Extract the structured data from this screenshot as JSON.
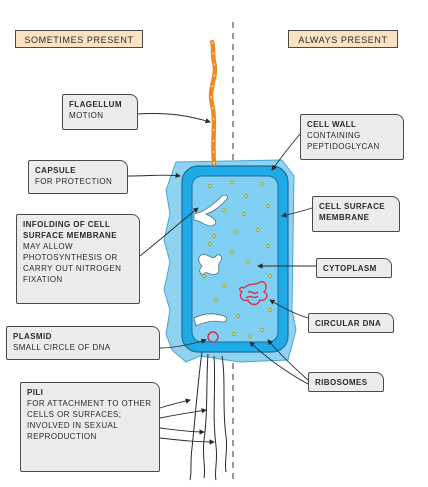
{
  "headers": {
    "left": "SOMETIMES PRESENT",
    "right": "ALWAYS PRESENT"
  },
  "labels": {
    "flagellum": {
      "title": "FLAGELLUM",
      "desc": "MOTION"
    },
    "capsule": {
      "title": "CAPSULE",
      "desc": "FOR PROTECTION"
    },
    "infolding": {
      "title": "INFOLDING OF CELL SURFACE MEMBRANE",
      "desc": "MAY ALLOW PHOTOSYNTHESIS OR CARRY OUT NITROGEN FIXATION"
    },
    "plasmid": {
      "title": "PLASMID",
      "desc": "SMALL CIRCLE OF DNA"
    },
    "pili": {
      "title": "PILI",
      "desc": "FOR ATTACHMENT TO OTHER CELLS OR SURFACES; INVOLVED IN SEXUAL REPRODUCTION"
    },
    "cell_wall": {
      "title": "CELL WALL",
      "desc": "CONTAINING PEPTIDOGLYCAN"
    },
    "cell_surface_membrane": {
      "title": "CELL SURFACE MEMBRANE",
      "desc": ""
    },
    "cytoplasm": {
      "title": "CYTOPLASM",
      "desc": ""
    },
    "circular_dna": {
      "title": "CIRCULAR DNA",
      "desc": ""
    },
    "ribosomes": {
      "title": "RIBOSOMES",
      "desc": ""
    }
  },
  "colors": {
    "header_fill": "#fbe2c2",
    "label_fill": "#ececec",
    "capsule": "#8fd3f1",
    "cell_wall": "#1fa9e6",
    "cytoplasm": "#7fd0f2",
    "flagellum": "#f08a1c",
    "dna": "#d9304c",
    "ribosome": "#e9d63a"
  }
}
